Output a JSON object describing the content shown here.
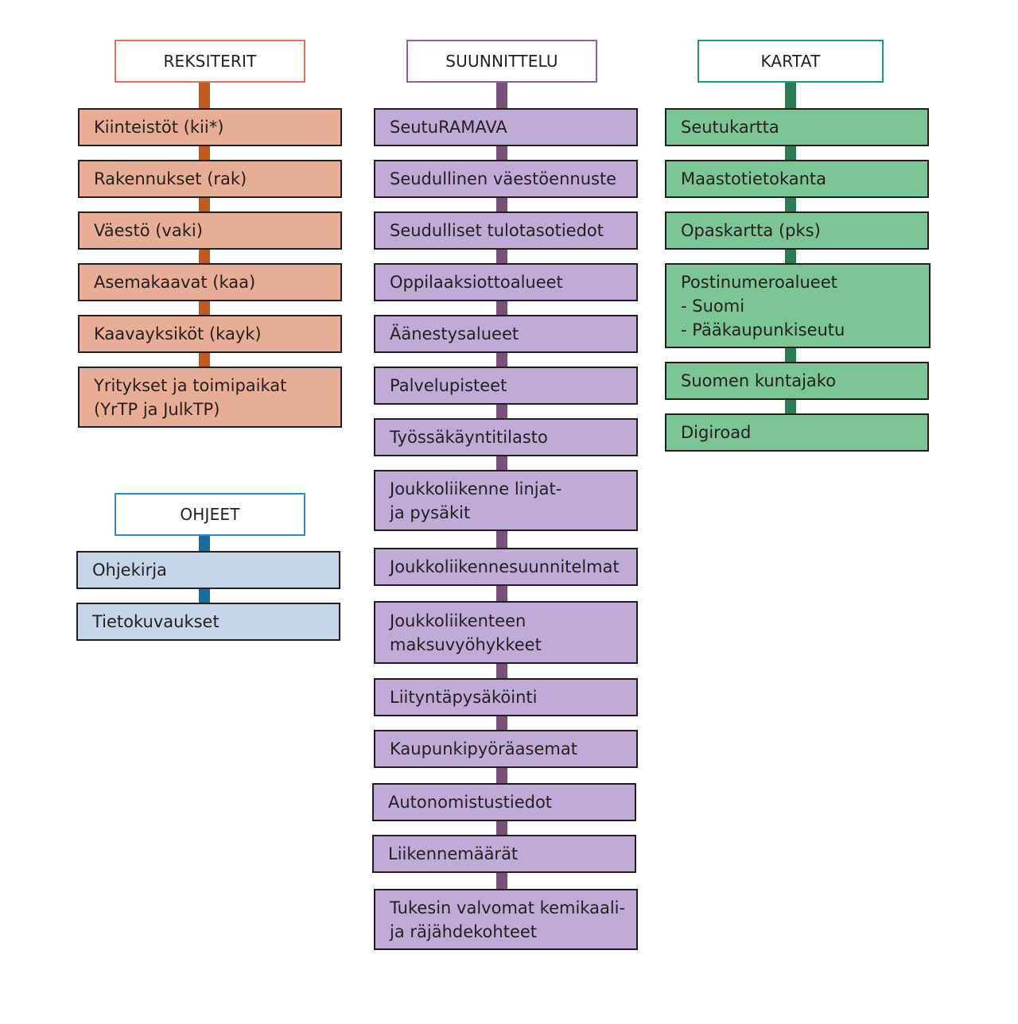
{
  "colors": {
    "reksiterit_border": "#d8745a",
    "reksiterit_fill": "#e8ad97",
    "reksiterit_connector": "#bf5a25",
    "suunnittelu_border": "#8a62ad",
    "suunnittelu_fill": "#c0abd6",
    "suunnittelu_connector": "#7a4f7a",
    "kartat_border": "#1f9a73",
    "kartat_fill": "#7cc597",
    "kartat_connector": "#2e7a52",
    "ohjeet_border": "#3288c6",
    "ohjeet_fill": "#c6d6e8",
    "ohjeet_connector": "#1a6c9c"
  },
  "reksiterit": {
    "title": "REKSITERIT",
    "items": [
      {
        "lines": [
          "Kiinteistöt (kii*)"
        ]
      },
      {
        "lines": [
          "Rakennukset (rak)"
        ]
      },
      {
        "lines": [
          "Väestö (vaki)"
        ]
      },
      {
        "lines": [
          "Asemakaavat (kaa)"
        ]
      },
      {
        "lines": [
          "Kaavayksiköt (kayk)"
        ]
      },
      {
        "lines": [
          "Yritykset ja toimipaikat",
          "(YrTP ja JulkTP)"
        ]
      }
    ]
  },
  "ohjeet": {
    "title": "OHJEET",
    "items": [
      {
        "lines": [
          "Ohjekirja"
        ]
      },
      {
        "lines": [
          "Tietokuvaukset"
        ]
      }
    ]
  },
  "suunnittelu": {
    "title": "SUUNNITTELU",
    "items": [
      {
        "lines": [
          "SeutuRAMAVA"
        ]
      },
      {
        "lines": [
          "Seudullinen väestöennuste"
        ]
      },
      {
        "lines": [
          "Seudulliset tulotasotiedot"
        ]
      },
      {
        "lines": [
          "Oppilaaksiottoalueet"
        ]
      },
      {
        "lines": [
          "Äänestysalueet"
        ]
      },
      {
        "lines": [
          "Palvelupisteet"
        ]
      },
      {
        "lines": [
          "Työssäkäyntitilasto"
        ]
      },
      {
        "lines": [
          "Joukkoliikenne linjat-",
          "ja pysäkit"
        ]
      },
      {
        "lines": [
          "Joukkoliikennesuunnitelmat"
        ]
      },
      {
        "lines": [
          "Joukkoliikenteen",
          "maksuvyöhykkeet"
        ]
      },
      {
        "lines": [
          "Liityntäpysäköinti"
        ]
      },
      {
        "lines": [
          "Kaupunkipyöräasemat"
        ]
      },
      {
        "lines": [
          "Autonomistustiedot"
        ]
      },
      {
        "lines": [
          "Liikennemäärät"
        ]
      },
      {
        "lines": [
          "Tukesin valvomat kemikaali-",
          "ja räjähdekohteet"
        ]
      }
    ]
  },
  "kartat": {
    "title": "KARTAT",
    "items": [
      {
        "lines": [
          "Seutukartta"
        ]
      },
      {
        "lines": [
          "Maastotietokanta"
        ]
      },
      {
        "lines": [
          "Opaskartta (pks)"
        ]
      },
      {
        "lines": [
          "Postinumeroalueet",
          "- Suomi",
          "- Pääkaupunkiseutu"
        ]
      },
      {
        "lines": [
          "Suomen kuntajako"
        ]
      },
      {
        "lines": [
          "Digiroad"
        ]
      }
    ]
  }
}
